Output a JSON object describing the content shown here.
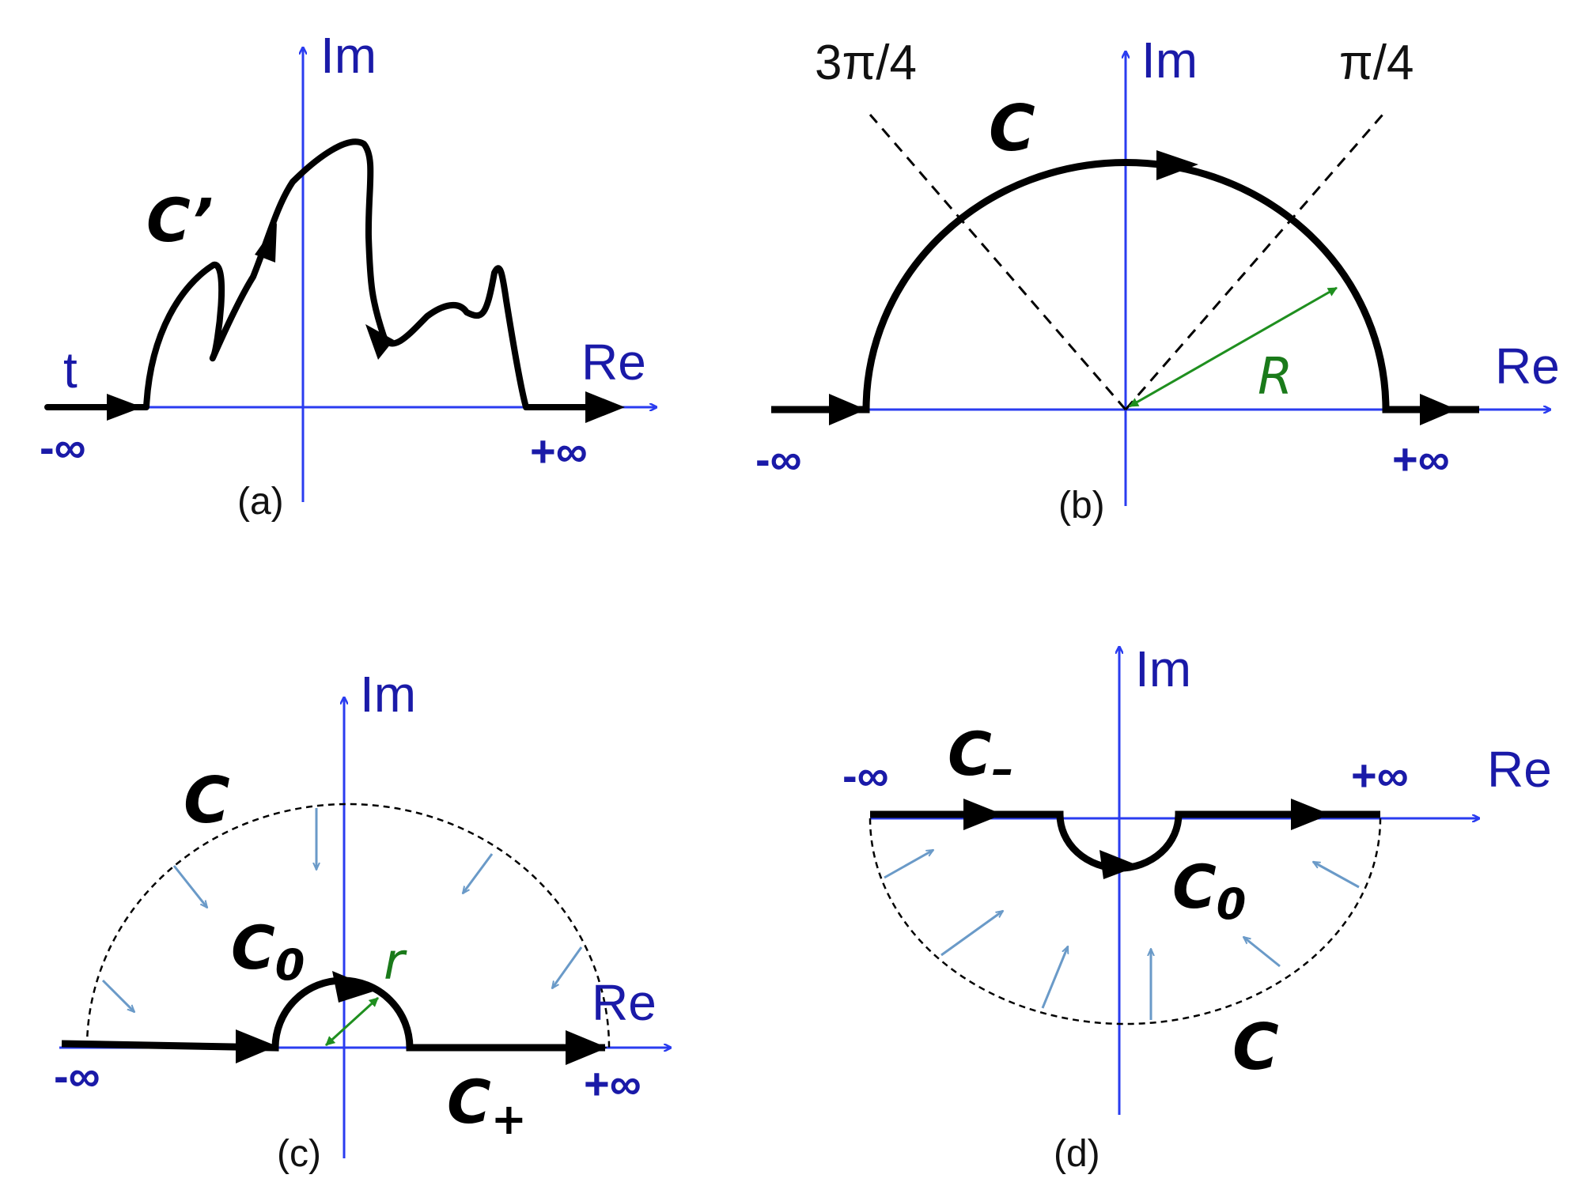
{
  "colors": {
    "axis": "#2a3cf0",
    "contour": "#000000",
    "radius": "#1f8f1f",
    "inward_arrows": "#6a9ac8",
    "axis_label": "#1a1aa8"
  },
  "panels": {
    "a": {
      "caption": "(a)",
      "im": "Im",
      "re": "Re",
      "contour": "C’",
      "param": "t",
      "neg_inf": "-∞",
      "pos_inf": "+∞"
    },
    "b": {
      "caption": "(b)",
      "im": "Im",
      "re": "Re",
      "contour": "C",
      "angle_left": "3π/4",
      "angle_right": "π/4",
      "radius": "R",
      "neg_inf": "-∞",
      "pos_inf": "+∞"
    },
    "c": {
      "caption": "(c)",
      "im": "Im",
      "re": "Re",
      "contour": "C",
      "c0": "C",
      "c0_sub": "0",
      "cplus": "C",
      "cplus_sub": "+",
      "radius": "r",
      "neg_inf": "-∞",
      "pos_inf": "+∞"
    },
    "d": {
      "caption": "(d)",
      "im": "Im",
      "re": "Re",
      "contour": "C",
      "c0": "C",
      "c0_sub": "0",
      "cminus": "C",
      "cminus_sub": "–",
      "neg_inf": "-∞",
      "pos_inf": "+∞"
    }
  }
}
